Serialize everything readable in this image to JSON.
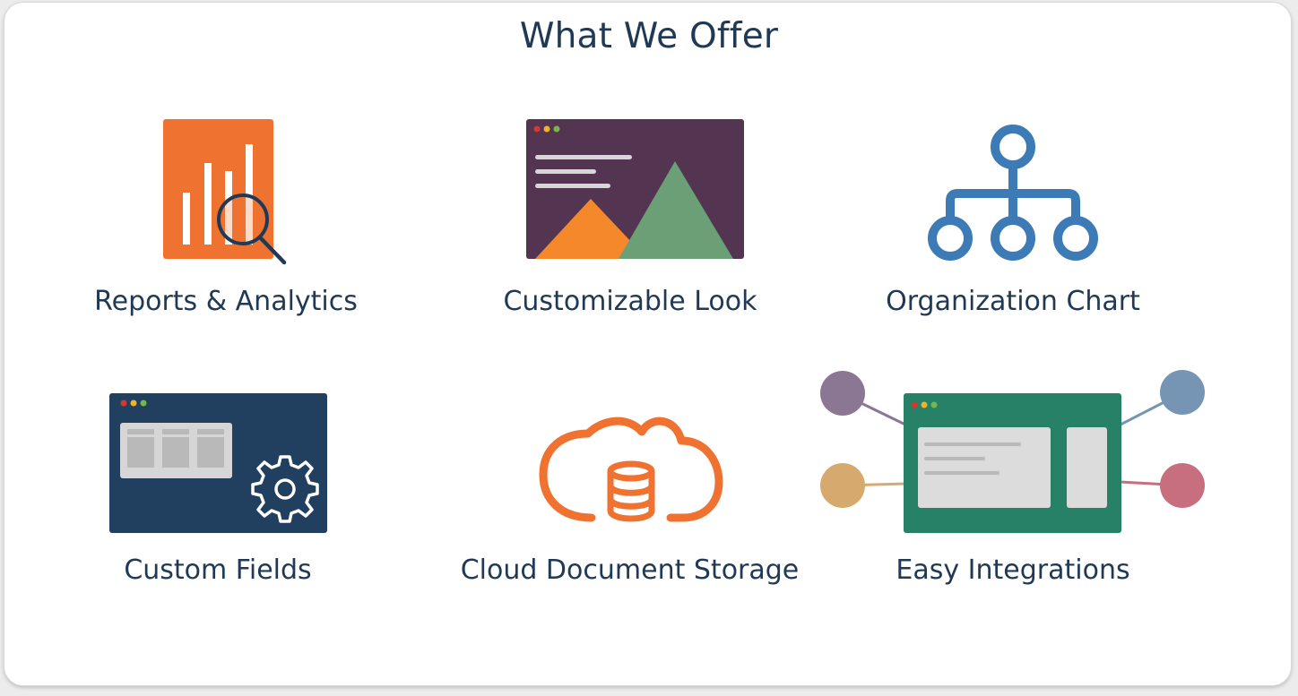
{
  "title": "What We Offer",
  "features": [
    {
      "label": "Reports & Analytics",
      "icon": "bar-chart-magnifier-icon"
    },
    {
      "label": "Customizable Look",
      "icon": "browser-landscape-icon"
    },
    {
      "label": "Organization Chart",
      "icon": "org-chart-icon"
    },
    {
      "label": "Custom Fields",
      "icon": "browser-gear-icon"
    },
    {
      "label": "Cloud Document Storage",
      "icon": "cloud-database-icon"
    },
    {
      "label": "Easy Integrations",
      "icon": "connected-window-icon"
    }
  ],
  "colors": {
    "text": "#203a55",
    "orange": "#f07230",
    "purple": "#533451",
    "blue": "#3d7bb6",
    "navy": "#213f5f",
    "green": "#268166"
  }
}
